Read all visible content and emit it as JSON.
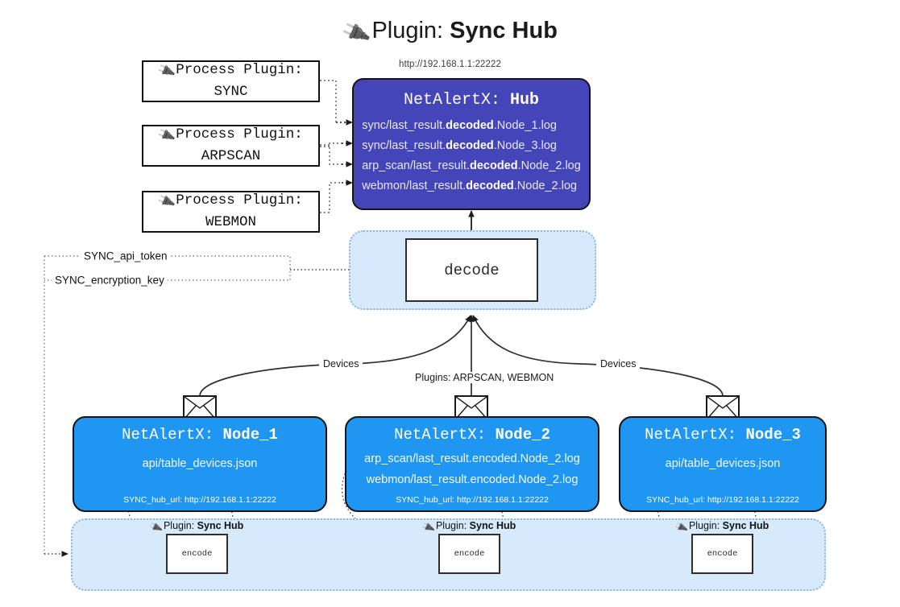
{
  "header": {
    "plug_icon": "plug-icon",
    "title_prefix": "Plugin: ",
    "title_name": "Sync Hub",
    "hub_url": "http://192.168.1.1:22222"
  },
  "process_plugins": [
    {
      "label": "Process Plugin:",
      "name": "SYNC"
    },
    {
      "label": "Process Plugin:",
      "name": "ARPSCAN"
    },
    {
      "label": "Process Plugin:",
      "name": "WEBMON"
    }
  ],
  "hub": {
    "title_prefix": "NetAlertX: ",
    "title_name": "Hub",
    "logs": [
      {
        "pre": "sync/last_result.",
        "mid": "decoded",
        "post": ".Node_1.log"
      },
      {
        "pre": "sync/last_result.",
        "mid": "decoded",
        "post": ".Node_3.log"
      },
      {
        "pre": "arp_scan/last_result.",
        "mid": "decoded",
        "post": ".Node_2.log"
      },
      {
        "pre": "webmon/last_result.",
        "mid": "decoded",
        "post": ".Node_2.log"
      }
    ]
  },
  "decode": {
    "label": "decode"
  },
  "tokens": [
    {
      "label": "SYNC_api_token"
    },
    {
      "label": "SYNC_encryption_key"
    }
  ],
  "wire_labels": {
    "devices_left": "Devices",
    "devices_right": "Devices",
    "plugins_center": "Plugins: ARPSCAN, WEBMON"
  },
  "nodes": [
    {
      "title_prefix": "NetAlertX: ",
      "title_name": "Node_1",
      "lines": [
        "api/table_devices.json"
      ],
      "footer": "SYNC_hub_url: http://192.168.1.1:22222"
    },
    {
      "title_prefix": "NetAlertX: ",
      "title_name": "Node_2",
      "lines": [
        "arp_scan/last_result.encoded.Node_2.log",
        "webmon/last_result.encoded.Node_2.log"
      ],
      "footer": "SYNC_hub_url: http://192.168.1.1:22222"
    },
    {
      "title_prefix": "NetAlertX: ",
      "title_name": "Node_3",
      "lines": [
        "api/table_devices.json"
      ],
      "footer": "SYNC_hub_url: http://192.168.1.1:22222"
    }
  ],
  "encoders": [
    {
      "zone_label_prefix": "Plugin: ",
      "zone_label_name": "Sync Hub",
      "box_label": "encode"
    },
    {
      "zone_label_prefix": "Plugin: ",
      "zone_label_name": "Sync Hub",
      "box_label": "encode"
    },
    {
      "zone_label_prefix": "Plugin: ",
      "zone_label_name": "Sync Hub",
      "box_label": "encode"
    }
  ],
  "colors": {
    "hub_fill": "#4345b8",
    "node_fill": "#2096f3",
    "zone_fill": "#d6eafb",
    "zone_border": "#8fb8d6",
    "stroke": "#141414"
  }
}
